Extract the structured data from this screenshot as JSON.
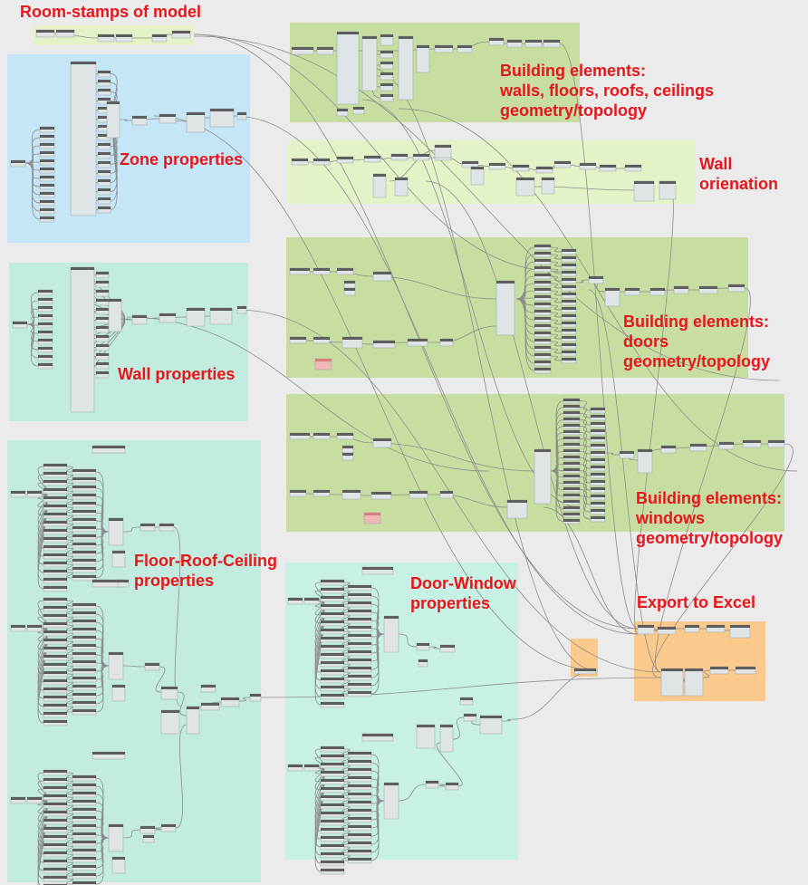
{
  "labels": {
    "room_stamps": "Room-stamps of model",
    "building_walls": [
      "Building elements:",
      "walls, floors, roofs, ceilings",
      "geometry/topology"
    ],
    "zone_properties": "Zone properties",
    "wall_orientation": [
      "Wall",
      "orienation"
    ],
    "building_doors": [
      "Building elements:",
      "doors",
      "geometry/topology"
    ],
    "wall_properties": "Wall properties",
    "building_windows": [
      "Building elements:",
      "windows",
      "geometry/topology"
    ],
    "floor_roof_ceiling": [
      "Floor-Roof-Ceiling",
      "properties"
    ],
    "door_window": [
      "Door-Window",
      "properties"
    ],
    "export_excel": "Export to Excel"
  },
  "colors": {
    "label": "#e8151b",
    "zone_group": "#c4e6f7",
    "building_group": "#c7dea0",
    "orientation_group": "#e4f2c7",
    "property_group": "#c3ece0",
    "export_group": "#fcc98c",
    "wire": "#8d8d8d",
    "node_header": "#5d5d5d",
    "node_body": "#dfe4e6"
  }
}
